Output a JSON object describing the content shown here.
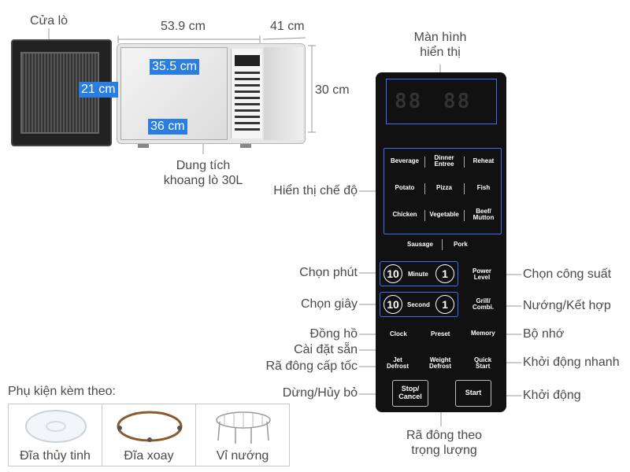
{
  "dimensions": {
    "width": "53.9 cm",
    "depth": "41 cm",
    "height": "30 cm",
    "inner_width": "35.5 cm",
    "inner_height": "21 cm",
    "inner_depth": "36 cm"
  },
  "labels": {
    "door": "Cửa lò",
    "display_line1": "Màn hình",
    "display_line2": "hiển thị",
    "capacity_line1": "Dung tích",
    "capacity_line2": "khoang lò 30L",
    "mode_display": "Hiển thị chế độ",
    "select_minute": "Chọn phút",
    "select_second": "Chọn giây",
    "power_select": "Chọn công suất",
    "grill_combi": "Nướng/Kết hợp",
    "clock": "Đồng hồ",
    "preset": "Cài đặt sẵn",
    "memory": "Bộ nhớ",
    "jet_defrost": "Rã đông cấp tốc",
    "quick_start": "Khởi động nhanh",
    "stop_cancel": "Dừng/Hủy bỏ",
    "start": "Khởi động",
    "weight_defrost_line1": "Rã đông theo",
    "weight_defrost_line2": "trọng lượng"
  },
  "panel": {
    "menu": [
      [
        "Beverage",
        "Dinner\nEntree",
        "Reheat"
      ],
      [
        "Potato",
        "Pizza",
        "Fish"
      ],
      [
        "Chicken",
        "Vegetable",
        "Beef/\nMutton"
      ]
    ],
    "sausage": "Sausage",
    "pork": "Pork",
    "ten": "10",
    "one": "1",
    "minute": "Minute",
    "second": "Second",
    "power_level": "Power\nLevel",
    "grill_combi": "Grill/\nCombi.",
    "clock": "Clock",
    "preset": "Preset",
    "memory": "Memory",
    "jet_defrost": "Jet\nDefrost",
    "weight_defrost": "Weight\nDefrost",
    "quick_start": "Quick\nStart",
    "stop_cancel": "Stop/\nCancel",
    "start": "Start",
    "display_digits_left": "88",
    "display_digits_right": "88"
  },
  "accessories": {
    "title": "Phụ kiện kèm theo:",
    "items": [
      "Đĩa thủy tinh",
      "Đĩa xoay",
      "Vỉ nướng"
    ]
  },
  "colors": {
    "accent": "#2a7de1",
    "panel_bg": "#111111",
    "panel_border": "#3d6ef5"
  }
}
